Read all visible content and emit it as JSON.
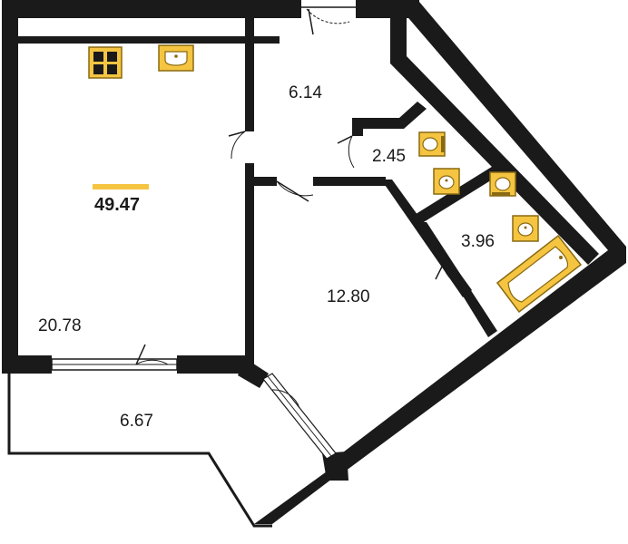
{
  "plan": {
    "total_area": "49.47",
    "rooms": [
      {
        "key": "living",
        "area": "20.78"
      },
      {
        "key": "hall",
        "area": "6.14"
      },
      {
        "key": "wc",
        "area": "2.45"
      },
      {
        "key": "bath",
        "area": "3.96"
      },
      {
        "key": "bedroom",
        "area": "12.80"
      },
      {
        "key": "loggia",
        "area": "6.67"
      }
    ]
  },
  "colors": {
    "wall": "#1a1a1a",
    "fixture_fill": "#f5c542",
    "fixture_stroke": "#8a6a10",
    "total_underline": "#f5c542",
    "background": "#ffffff"
  },
  "icons": [
    "stove-icon",
    "kitchen-sink-icon",
    "toilet-icon",
    "washbasin-icon",
    "bathtub-icon",
    "door-icon"
  ]
}
